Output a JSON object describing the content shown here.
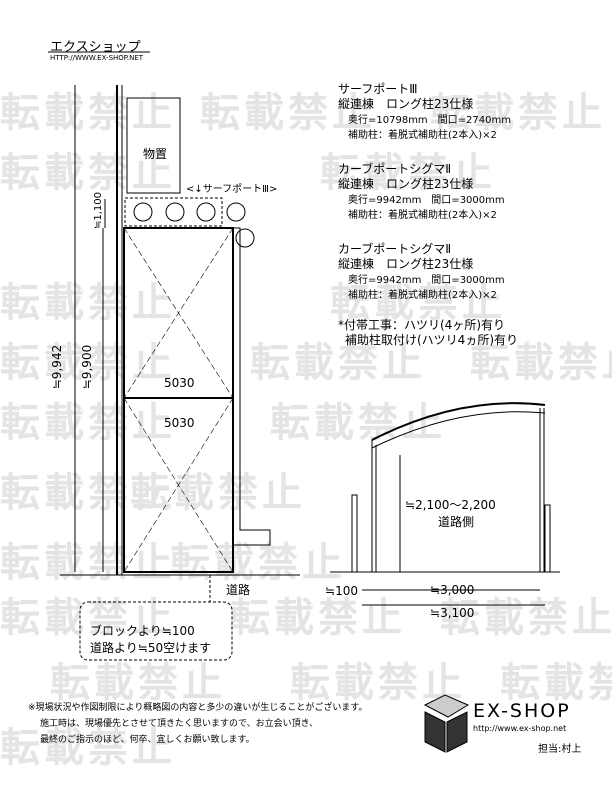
{
  "header": {
    "title": "エクスショップ",
    "url": "HTTP://WWW.EX-SHOP.NET"
  },
  "watermark": "転載禁止",
  "specs": [
    {
      "name": "サーフポートⅢ",
      "type": "縦連棟　ロング柱23仕様",
      "size": "奥行=10798mm　間口=2740mm",
      "aux": "補助柱：着脱式補助柱(2本入)×2"
    },
    {
      "name": "カーブポートシグマⅡ",
      "type": "縦連棟　ロング柱23仕様",
      "size": "奥行=9942mm　間口=3000mm",
      "aux": "補助柱：着脱式補助柱(2本入)×2"
    },
    {
      "name": "カーブポートシグマⅡ",
      "type": "縦連棟　ロング柱23仕様",
      "size": "奥行=9942mm　間口=3000mm",
      "aux": "補助柱：着脱式補助柱(2本入)×2"
    }
  ],
  "notes": [
    "*付帯工事：ハツリ(4ヶ所)有り",
    "補助柱取付け(ハツリ4ヵ所)有り"
  ],
  "plan": {
    "shed": "物置",
    "surf_label": "<↓サーフポートⅢ>",
    "dim_1100": "≒1,100",
    "dim_9900": "≒9,900",
    "dim_9942": "≒9,942",
    "unit_top": "5030",
    "unit_bottom": "5030",
    "road": "道路",
    "callout": [
      "ブロックより≒100",
      "道路より≒50空けます"
    ]
  },
  "elevation": {
    "height": "≒2,100～2,200",
    "side": "道路側",
    "dim_100": "≒100",
    "dim_3000": "≒3,000",
    "dim_3100": "≒3,100"
  },
  "footer": {
    "disclaimer": [
      "※現場状況や作図制限により概略図の内容と多少の違いが生じることがございます。",
      "施工時は、現場優先とさせて頂きたく思いますので、お立会い頂き、",
      "最終のご指示のほど、何卒、宜しくお願い致します。"
    ],
    "brand": "EX-SHOP",
    "brand_url": "http://www.ex-shop.net",
    "staff": "担当:村上"
  }
}
